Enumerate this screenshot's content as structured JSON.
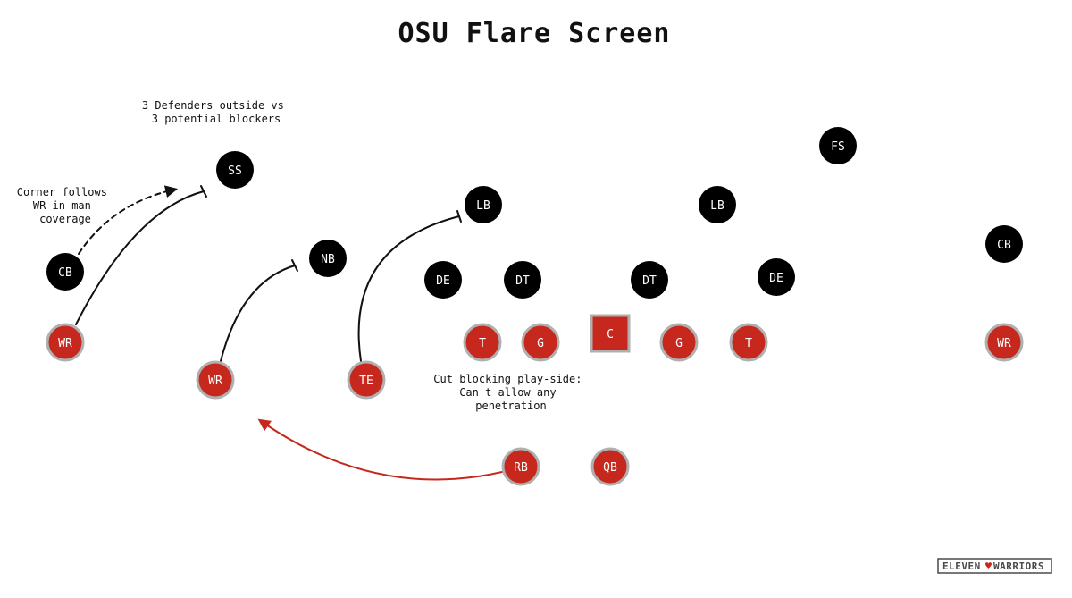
{
  "title": "OSU Flare Screen",
  "colors": {
    "defense": "#000000",
    "offense": "#c6281e",
    "offense_border": "#b0b0b0",
    "route": "#111111",
    "rb_route": "#c6281e"
  },
  "annotations": {
    "defenders_note": [
      "3 Defenders outside vs",
      "3 potential blockers"
    ],
    "corner_note": [
      "Corner follows",
      "WR in man",
      "coverage"
    ],
    "cut_block_note": [
      "Cut blocking play-side:",
      "Can't allow any",
      "penetration"
    ]
  },
  "defense": [
    {
      "id": "ss",
      "label": "SS"
    },
    {
      "id": "fs",
      "label": "FS"
    },
    {
      "id": "lb-left",
      "label": "LB"
    },
    {
      "id": "lb-right",
      "label": "LB"
    },
    {
      "id": "nb",
      "label": "NB"
    },
    {
      "id": "cb-left",
      "label": "CB"
    },
    {
      "id": "cb-right",
      "label": "CB"
    },
    {
      "id": "de-left",
      "label": "DE"
    },
    {
      "id": "dt-left",
      "label": "DT"
    },
    {
      "id": "dt-right",
      "label": "DT"
    },
    {
      "id": "de-right",
      "label": "DE"
    }
  ],
  "offense": [
    {
      "id": "wr-left-outside",
      "label": "WR"
    },
    {
      "id": "wr-left-slot",
      "label": "WR"
    },
    {
      "id": "te",
      "label": "TE"
    },
    {
      "id": "t-left",
      "label": "T"
    },
    {
      "id": "g-left",
      "label": "G"
    },
    {
      "id": "c",
      "label": "C",
      "shape": "square"
    },
    {
      "id": "g-right",
      "label": "G"
    },
    {
      "id": "t-right",
      "label": "T"
    },
    {
      "id": "wr-right",
      "label": "WR"
    },
    {
      "id": "rb",
      "label": "RB"
    },
    {
      "id": "qb",
      "label": "QB"
    }
  ],
  "logo": {
    "left_word": "ELEVEN",
    "right_word": "WARRIORS",
    "heart_icon": "heart-icon"
  }
}
